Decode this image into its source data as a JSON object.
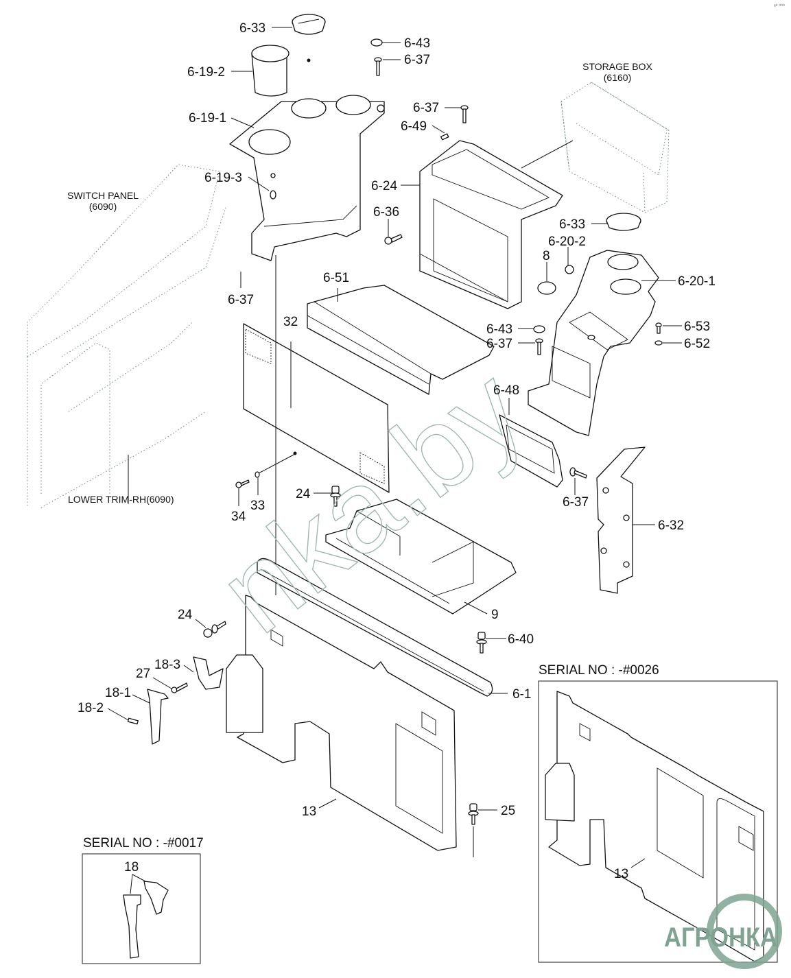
{
  "diagram": {
    "corner_mark": "ᵃ⁰ ⁰⁰⁰",
    "context_labels": {
      "switch_panel": [
        "SWITCH PANEL",
        "(6090)"
      ],
      "storage_box": [
        "STORAGE BOX",
        "(6160)"
      ],
      "lower_trim": "LOWER TRIM-RH(6090)"
    },
    "callouts": {
      "c_6_33_top": "6-33",
      "c_6_43_top": "6-43",
      "c_6_37_a": "6-37",
      "c_6_19_2": "6-19-2",
      "c_6_19_1": "6-19-1",
      "c_6_37_b": "6-37",
      "c_6_49": "6-49",
      "c_6_19_3": "6-19-3",
      "c_6_24": "6-24",
      "c_6_36": "6-36",
      "c_6_33_right": "6-33",
      "c_6_20_2": "6-20-2",
      "c_8": "8",
      "c_6_20_1": "6-20-1",
      "c_6_37_c": "6-37",
      "c_6_51": "6-51",
      "c_32": "32",
      "c_6_43_mid": "6-43",
      "c_6_37_d": "6-37",
      "c_6_53": "6-53",
      "c_6_52": "6-52",
      "c_6_48": "6-48",
      "c_6_37_e": "6-37",
      "c_6_32": "6-32",
      "c_34": "34",
      "c_33": "33",
      "c_24_a": "24",
      "c_9": "9",
      "c_24_b": "24",
      "c_6_40": "6-40",
      "c_18_3": "18-3",
      "c_27": "27",
      "c_18_1": "18-1",
      "c_18_2": "18-2",
      "c_6_1": "6-1",
      "c_13_main": "13",
      "c_25": "25"
    },
    "insets": {
      "serial_0026": {
        "title": "SERIAL NO : -#0026",
        "callout": "13"
      },
      "serial_0017": {
        "title": "SERIAL NO : -#0017",
        "callout": "18"
      }
    },
    "watermarks": {
      "site": "nka.by",
      "brand": "АГРОНКА"
    }
  }
}
